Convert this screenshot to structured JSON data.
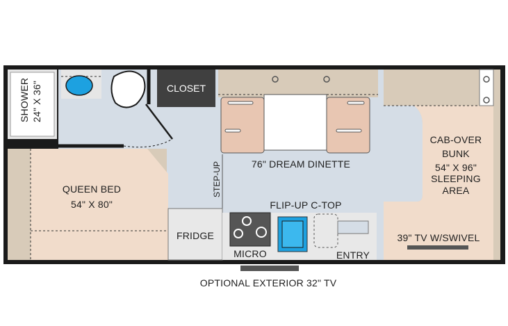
{
  "floorplan": {
    "labels": {
      "shower": "SHOWER",
      "shower_size": "24\" X 36\"",
      "closet": "CLOSET",
      "dinette": "76\" DREAM DINETTE",
      "step_up": "STEP-UP",
      "queen_bed": "QUEEN BED",
      "queen_size": "54\" X 80\"",
      "fridge": "FRIDGE",
      "micro": "MICRO",
      "flip_up": "FLIP-UP C-TOP",
      "entry": "ENTRY",
      "bunk_line1": "CAB-OVER",
      "bunk_line2": "BUNK",
      "bunk_size": "54\" X 96\"",
      "bunk_line4": "SLEEPING",
      "bunk_line5": "AREA",
      "tv": "39\" TV W/SWIVEL",
      "exterior_tv": "OPTIONAL EXTERIOR 32\" TV"
    },
    "colors": {
      "wall": "#1a1a1a",
      "floor": "#d5dde6",
      "bed": "#f1dccb",
      "bed_shade": "#d8cbb9",
      "bench": "#e8c6b2",
      "appliance": "#e8e8e8",
      "closet": "#404040",
      "sink": "#1da1e0"
    }
  }
}
